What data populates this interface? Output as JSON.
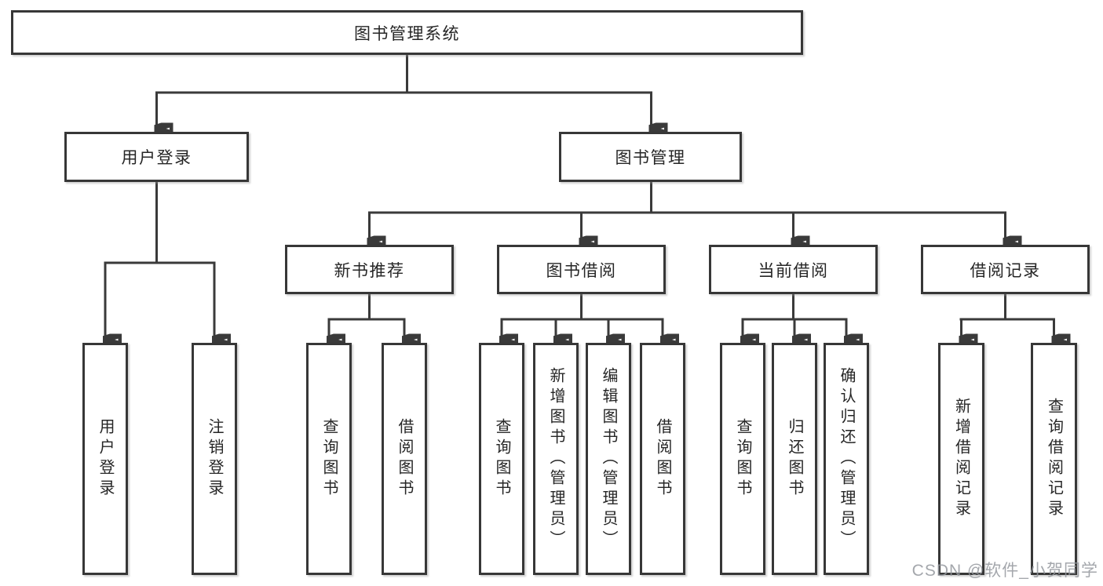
{
  "diagram": {
    "root_label": "图书管理系统",
    "branches": [
      {
        "label": "用户登录",
        "children": [
          "用户登录",
          "注销登录"
        ]
      },
      {
        "label": "图书管理",
        "sections": [
          {
            "label": "新书推荐",
            "children": [
              "查询图书",
              "借阅图书"
            ]
          },
          {
            "label": "图书借阅",
            "children": [
              "查询图书",
              "新增图书（管理员）",
              "编辑图书（管理员）",
              "借阅图书"
            ]
          },
          {
            "label": "当前借阅",
            "children": [
              "查询图书",
              "归还图书",
              "确认归还（管理员）"
            ]
          },
          {
            "label": "借阅记录",
            "children": [
              "新增借阅记录",
              "查询借阅记录"
            ]
          }
        ]
      }
    ]
  },
  "watermark": "CSDN @软件_小贺同学",
  "colors": {
    "line": "#3a3a3a",
    "box_border": "#373737",
    "text": "#262626",
    "watermark": "#94989e",
    "background": "#ffffff"
  }
}
